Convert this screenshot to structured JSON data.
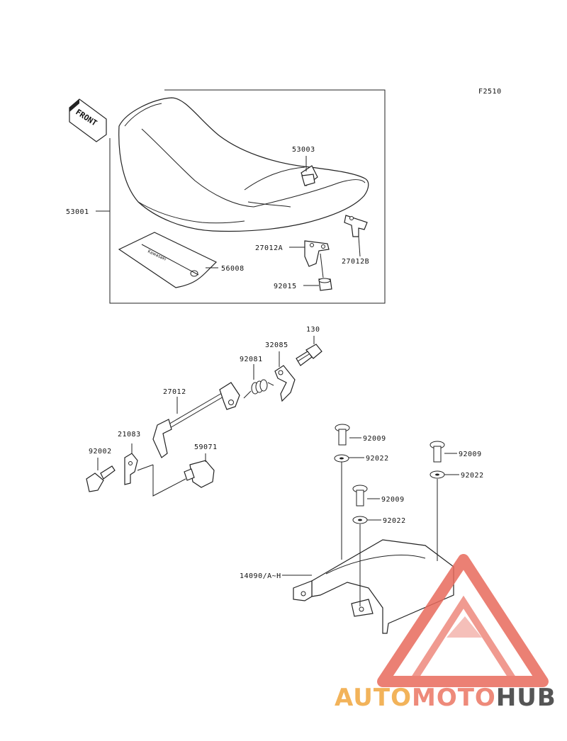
{
  "figure_code": "F2510",
  "front_label": "FRONT",
  "callouts": {
    "p53001": "53001",
    "p53003": "53003",
    "p27012A": "27012A",
    "p27012B": "27012B",
    "p56008": "56008",
    "p92015": "92015",
    "p130": "130",
    "p32085": "32085",
    "p92081": "92081",
    "p27012": "27012",
    "p21083": "21083",
    "p92002": "92002",
    "p59071": "59071",
    "p92009a": "92009",
    "p92022a": "92022",
    "p92009b": "92009",
    "p92022b": "92022",
    "p92009c": "92009",
    "p92022c": "92022",
    "p14090": "14090/A~H"
  },
  "watermark": {
    "part1": "AUTO",
    "part2": "MOTO",
    "part3": "HUB",
    "colors": {
      "auto": "#f2b35a",
      "moto": "#ee8a7a",
      "hub": "#555555",
      "triangle": "#e86a5c"
    }
  }
}
